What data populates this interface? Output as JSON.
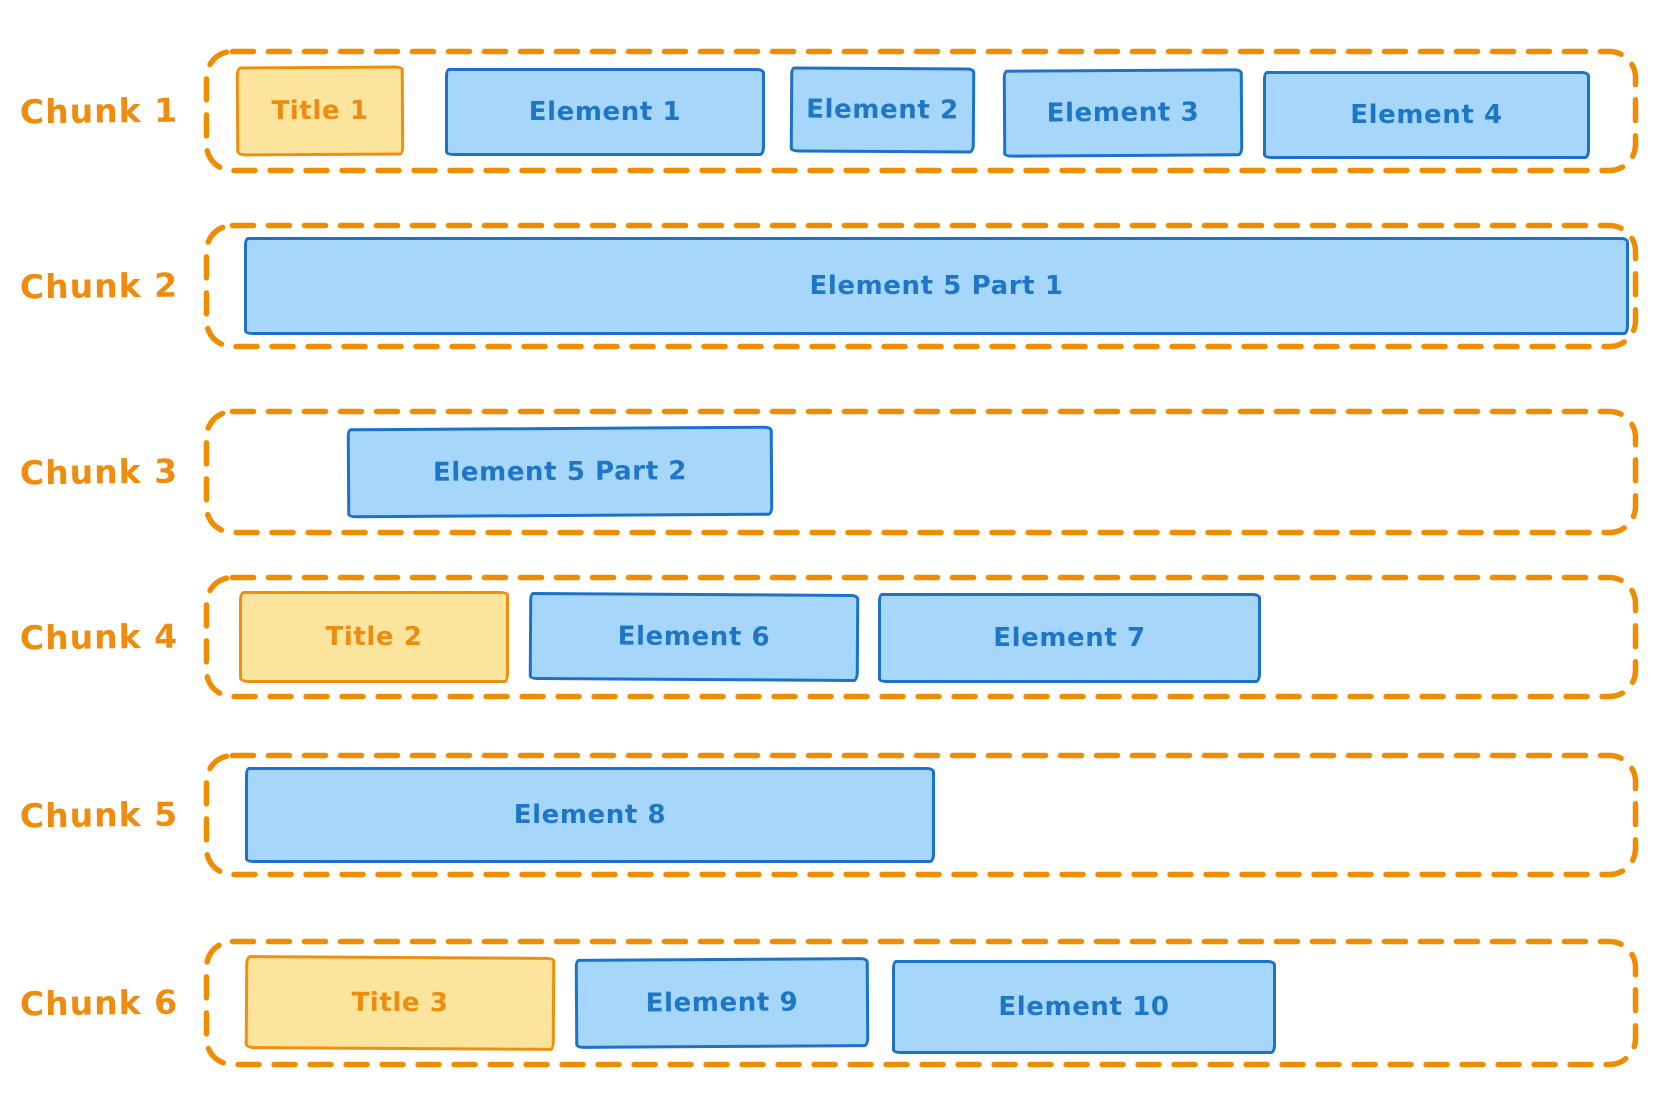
{
  "colors": {
    "chunk_outline_orange": "#f08c00",
    "chunk_label_orange": "#ef8c0e",
    "title_fill_yellow": "#fbe49b",
    "title_border_orange": "#ef8f11",
    "element_fill_blue": "#a6d6fa",
    "element_border_blue": "#1b72c8",
    "element_text_blue": "#1d76c8"
  },
  "chunks": [
    {
      "label": "Chunk 1",
      "boxes": [
        {
          "kind": "title",
          "label": "Title 1"
        },
        {
          "kind": "element",
          "label": "Element 1"
        },
        {
          "kind": "element",
          "label": "Element 2"
        },
        {
          "kind": "element",
          "label": "Element 3"
        },
        {
          "kind": "element",
          "label": "Element 4"
        }
      ]
    },
    {
      "label": "Chunk 2",
      "boxes": [
        {
          "kind": "element",
          "label": "Element 5 Part 1"
        }
      ]
    },
    {
      "label": "Chunk 3",
      "boxes": [
        {
          "kind": "element",
          "label": "Element 5 Part 2"
        }
      ]
    },
    {
      "label": "Chunk 4",
      "boxes": [
        {
          "kind": "title",
          "label": "Title 2"
        },
        {
          "kind": "element",
          "label": "Element 6"
        },
        {
          "kind": "element",
          "label": "Element 7"
        }
      ]
    },
    {
      "label": "Chunk 5",
      "boxes": [
        {
          "kind": "element",
          "label": "Element 8"
        }
      ]
    },
    {
      "label": "Chunk 6",
      "boxes": [
        {
          "kind": "title",
          "label": "Title 3"
        },
        {
          "kind": "element",
          "label": "Element 9"
        },
        {
          "kind": "element",
          "label": "Element 10"
        }
      ]
    }
  ]
}
